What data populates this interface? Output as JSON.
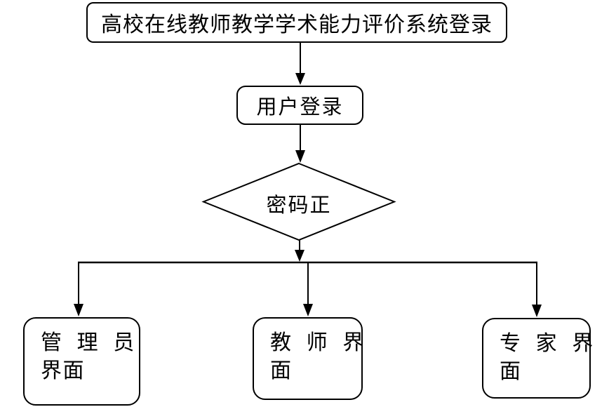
{
  "diagram": {
    "type": "flowchart",
    "nodes": {
      "system_login": {
        "label": "高校在线教师教学学术能力评价系统登录"
      },
      "user_login": {
        "label": "用户登录"
      },
      "password_check": {
        "label": "密码正"
      },
      "admin_interface": {
        "line1": "管理员",
        "line2": "界面"
      },
      "teacher_interface": {
        "line1": "教师界",
        "line2": "面"
      },
      "expert_interface": {
        "line1": "专家界",
        "line2": "面"
      }
    },
    "colors": {
      "stroke": "#000000",
      "fill": "#ffffff"
    }
  }
}
